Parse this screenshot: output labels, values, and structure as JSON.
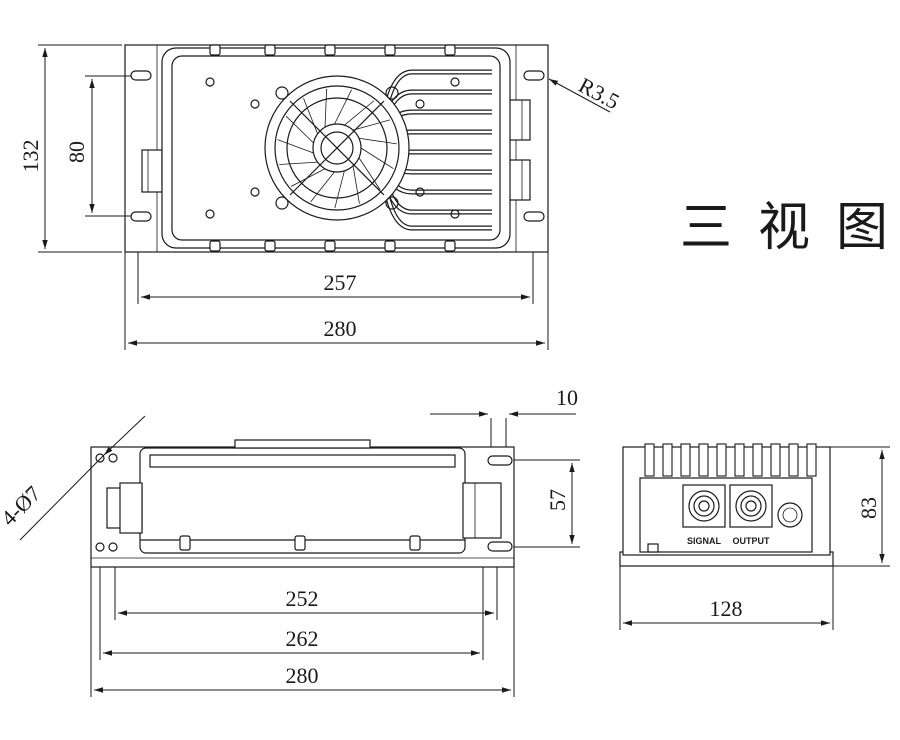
{
  "title": "三视图",
  "top_view": {
    "dims": {
      "height": "132",
      "hole_spacing": "80",
      "body_width": "257",
      "total_width": "280",
      "slot_radius": "R3.5"
    }
  },
  "front_view": {
    "dims": {
      "hole_note": "4-Ø7",
      "offset": "10",
      "connector_height": "57",
      "inner_width": "252",
      "mid_width": "262",
      "total_width": "280"
    }
  },
  "side_view": {
    "dims": {
      "height": "83",
      "width": "128"
    },
    "connector_labels": {
      "signal": "SIGNAL",
      "output": "OUTPUT"
    }
  }
}
